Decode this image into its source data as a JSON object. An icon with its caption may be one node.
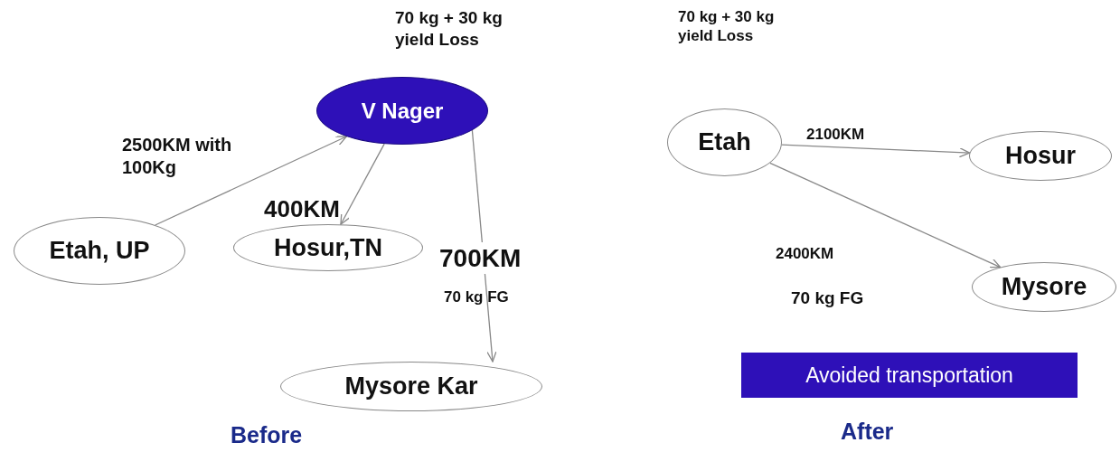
{
  "diagram": {
    "nodes": [
      {
        "text": [
          "Etah, UP"
        ]
      },
      {
        "text": [
          "V Nager"
        ]
      },
      {
        "text": [
          "Hosur,TN"
        ]
      },
      {
        "text": [
          "Mysore Kar"
        ]
      },
      {
        "text": [
          "Etah"
        ]
      },
      {
        "text": [
          "Hosur"
        ]
      },
      {
        "text": [
          "Mysore"
        ]
      },
      {
        "text": [
          "Avoided transportation"
        ]
      }
    ],
    "edges": [
      {
        "from": 0,
        "to": 1,
        "arrow": "to",
        "label": "2500KM with 100Kg"
      },
      {
        "from": 1,
        "to": 2,
        "arrow": "to",
        "label": "400KM"
      },
      {
        "from": 1,
        "to": 3,
        "arrow": "to",
        "label": "700KM"
      },
      {
        "from": 4,
        "to": 5,
        "arrow": "to",
        "label": "2100KM"
      },
      {
        "from": 4,
        "to": 6,
        "arrow": "to",
        "label": "2400KM"
      }
    ],
    "labels": [
      "70 kg + 30 kg yield Loss",
      "70 kg + 30 kg yield Loss",
      "70 kg FG",
      "70 kg FG",
      "Before",
      "After"
    ]
  }
}
